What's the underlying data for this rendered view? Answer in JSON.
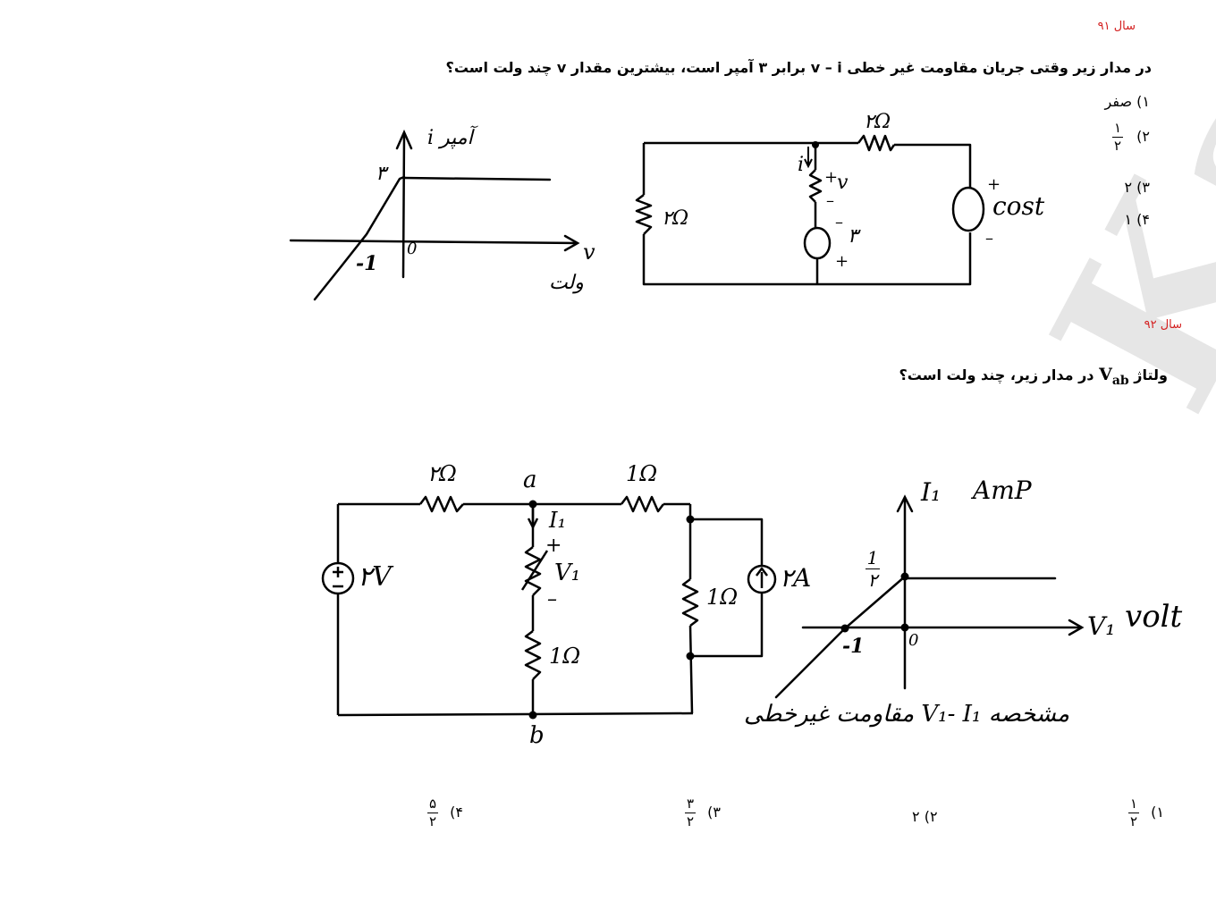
{
  "q1": {
    "year": "سال ۹۱",
    "question_before": "در مدار زیر وقتی جریان مقاومت غیر خطی",
    "question_vi": "v – i",
    "question_after": "برابر ۳ آمپر است، بیشترین مقدار v چند ولت است؟",
    "options": [
      {
        "num": "۱)",
        "text": "صفر"
      },
      {
        "num": "۲)",
        "frac_num": "۱",
        "frac_den": "۲"
      },
      {
        "num": "۳)",
        "text": "۲"
      },
      {
        "num": "۴)",
        "text": "۱"
      }
    ],
    "graph": {
      "y_label": "آمپر i",
      "x_label": "v",
      "x_unit": "ولت",
      "tick_y": "۳",
      "tick_x_neg": "-1",
      "origin": "0"
    },
    "circuit": {
      "r_left": "۲Ω",
      "r_top": "۲Ω",
      "current_label": "i",
      "v_plus": "+",
      "v_label": "v",
      "v_minus": "–",
      "src_mid": "۳",
      "src_right": "cost",
      "src_plus": "+",
      "src_minus": "–"
    }
  },
  "q2": {
    "year": "سال ۹۲",
    "question_before": "ولتاژ",
    "question_var": "V",
    "question_sub": "ab",
    "question_after": "در مدار زیر، چند ولت است؟",
    "options": [
      {
        "num": "۱)",
        "frac_num": "۱",
        "frac_den": "۲"
      },
      {
        "num": "۲)",
        "text": "۲"
      },
      {
        "num": "۳)",
        "frac_num": "۳",
        "frac_den": "۲"
      },
      {
        "num": "۴)",
        "frac_num": "۵",
        "frac_den": "۲"
      }
    ],
    "circuit": {
      "node_a": "a",
      "node_b": "b",
      "r1": "۲Ω",
      "r2": "1Ω",
      "r3": "1Ω",
      "r4": "1Ω",
      "vsrc": "۲V",
      "isrc": "۲A",
      "i1": "I₁",
      "v1": "V₁",
      "plus": "+",
      "minus": "–"
    },
    "graph": {
      "y_label": "I₁",
      "y_unit": "AmP",
      "x_label": "V₁",
      "x_unit": "volt",
      "tick_y_num": "1",
      "tick_y_den": "۲",
      "tick_x_neg": "-1",
      "origin": "0",
      "caption": "مشخصه V₁- I₁ مقاومت غیرخطی"
    }
  }
}
